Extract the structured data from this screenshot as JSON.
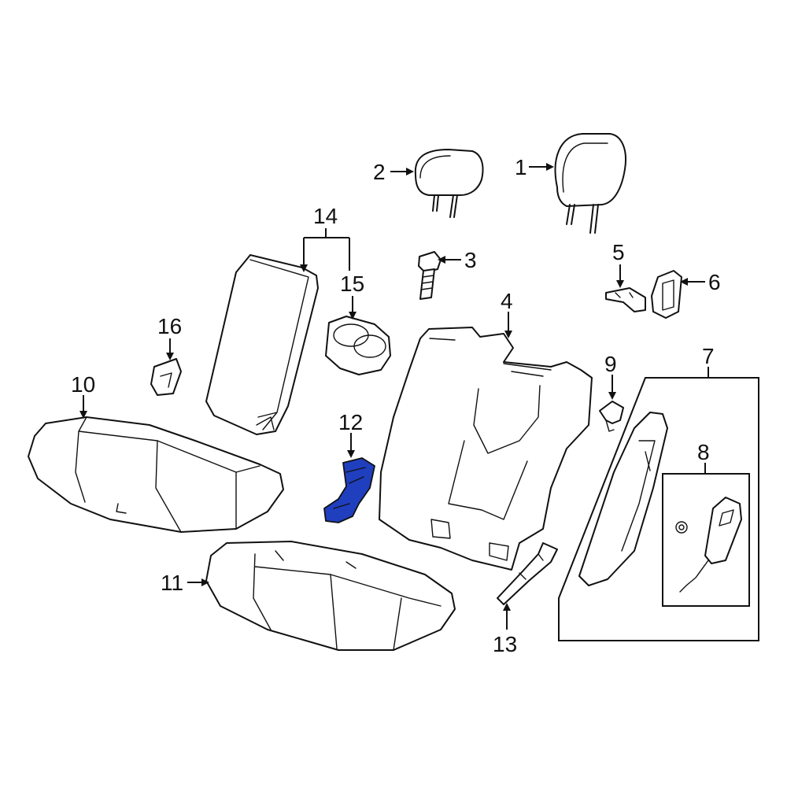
{
  "diagram": {
    "highlight_color": "#1f3fbf",
    "line_color": "#111111",
    "highlighted_part": "12",
    "callouts": {
      "c1": "1",
      "c2": "2",
      "c3": "3",
      "c4": "4",
      "c5": "5",
      "c6": "6",
      "c7": "7",
      "c8": "8",
      "c9": "9",
      "c10": "10",
      "c11": "11",
      "c12": "12",
      "c13": "13",
      "c14": "14",
      "c15": "15",
      "c16": "16"
    }
  }
}
